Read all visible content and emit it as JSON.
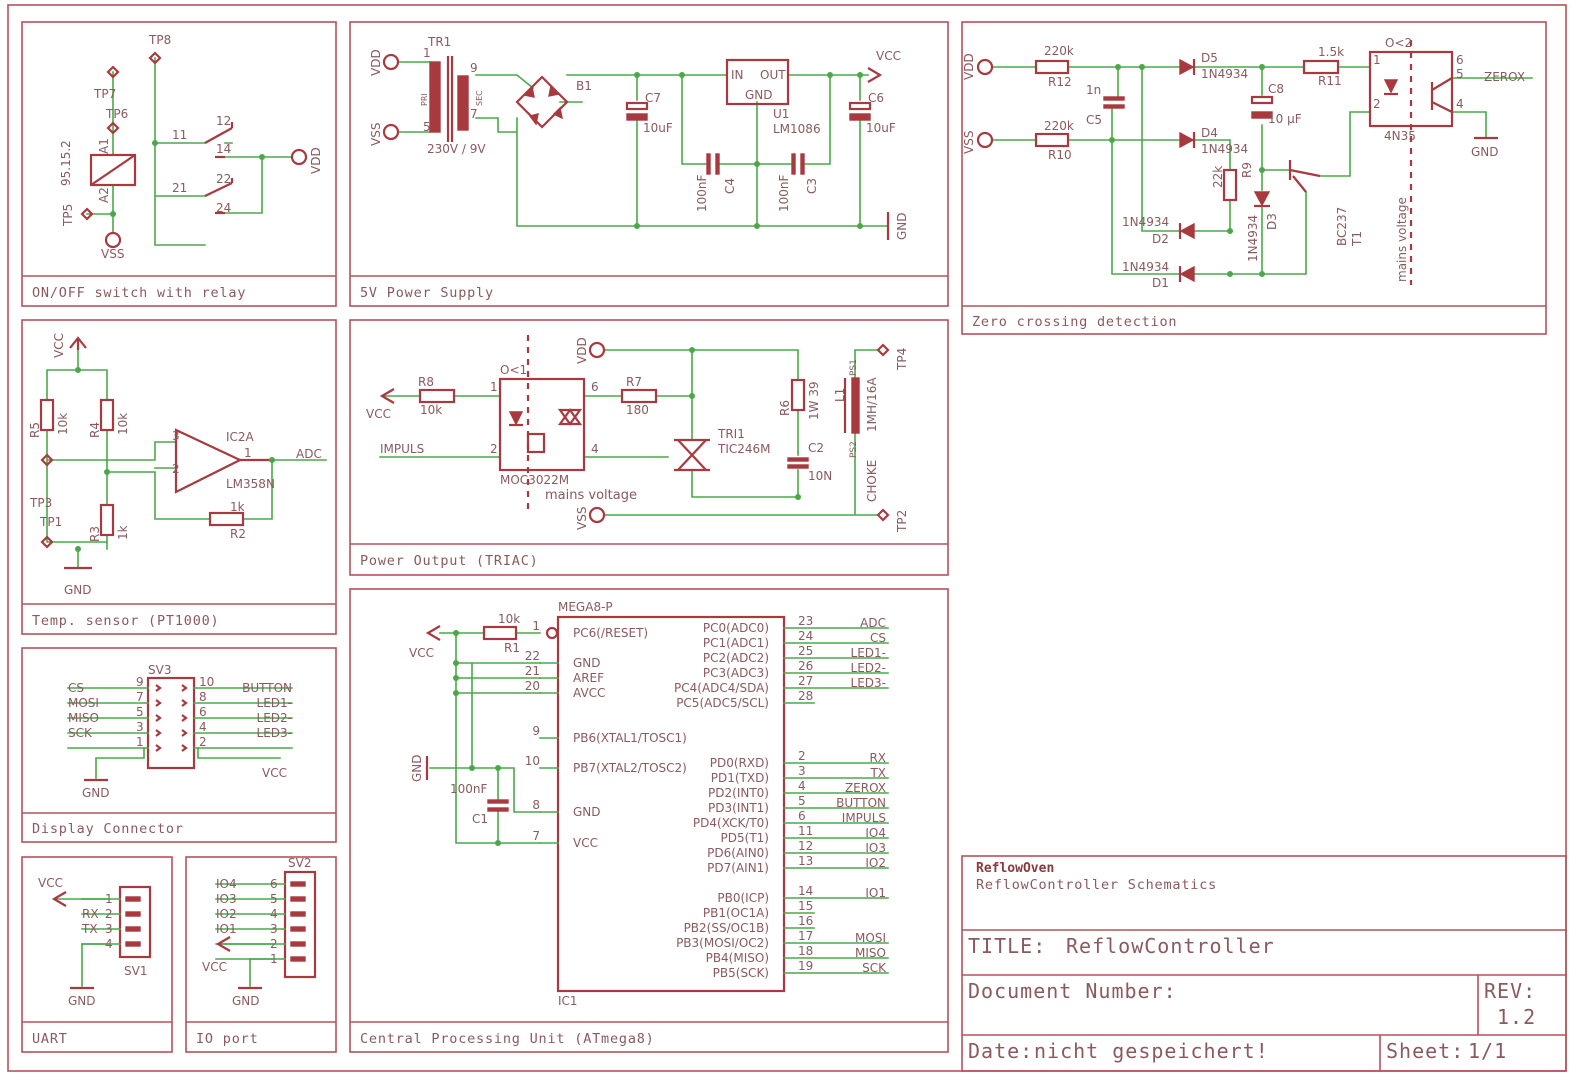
{
  "sections": {
    "onoff": "ON/OFF switch with relay",
    "power5v": "5V Power Supply",
    "zero": "Zero crossing detection",
    "temp": "Temp. sensor (PT1000)",
    "triac": "Power Output (TRIAC)",
    "display": "Display Connector",
    "uart": "UART",
    "ioport": "IO port",
    "cpu": "Central Processing Unit (ATmega8)"
  },
  "title_block": {
    "project": "ReflowOven",
    "subtitle": "ReflowController Schematics",
    "title_label": "TITLE:",
    "title": "ReflowController",
    "doc_label": "Document Number:",
    "rev_label": "REV:",
    "rev": "1.2",
    "date_label": "Date:",
    "date": "nicht gespeichert!",
    "sheet_label": "Sheet:",
    "sheet": "1/1"
  },
  "relay": {
    "tp8": "TP8",
    "tp7": "TP7",
    "tp6": "TP6",
    "tp5": "TP5",
    "a1": "A1",
    "a2": "A2",
    "part": "95.15.2",
    "p11": "11",
    "p12": "12",
    "p14": "14",
    "p21": "21",
    "p22": "22",
    "p24": "24",
    "vdd": "VDD",
    "vss": "VSS"
  },
  "psu": {
    "vdd": "VDD",
    "vss": "VSS",
    "tr1": "TR1",
    "pri": "PRI",
    "sec": "SEC",
    "p1": "1",
    "p5": "5",
    "p9": "9",
    "p7": "7",
    "tr_rating": "230V / 9V",
    "b1": "B1",
    "c7": "C7",
    "c7v": "10uF",
    "u1_in": "IN",
    "u1_out": "OUT",
    "u1_gnd": "GND",
    "u1": "U1",
    "u1v": "LM1086",
    "vcc": "VCC",
    "c6": "C6",
    "c6v": "10uF",
    "c4": "C4",
    "c4v": "100nF",
    "c3": "C3",
    "c3v": "100nF",
    "gnd": "GND"
  },
  "zcd": {
    "vdd": "VDD",
    "vss": "VSS",
    "r12": "R12",
    "r12v": "220k",
    "r10": "R10",
    "r10v": "220k",
    "c5": "C5",
    "c5v": "1n",
    "d5": "D5",
    "d5v": "1N4934",
    "d4": "D4",
    "d4v": "1N4934",
    "c8": "C8",
    "c8v": "10 µF",
    "r11": "R11",
    "r11v": "1.5k",
    "r9": "R9",
    "r9v": "22k",
    "d3": "D3",
    "d3v": "1N4934",
    "d2": "D2",
    "d2v": "1N4934",
    "d1": "D1",
    "d1v": "1N4934",
    "t1": "T1",
    "t1v": "BC237",
    "oc2": "O<2",
    "oc2v": "4N35",
    "p1": "1",
    "p2": "2",
    "p4": "4",
    "p5": "5",
    "p6": "6",
    "zerox": "ZEROX",
    "gnd": "GND",
    "mains": "mains voltage"
  },
  "temp": {
    "vcc": "VCC",
    "r5": "R5",
    "r5v": "10k",
    "r4": "R4",
    "r4v": "10k",
    "r3": "R3",
    "r3v": "1k",
    "r2": "R2",
    "r2v": "1k",
    "ic2a": "IC2A",
    "ic2v": "LM358N",
    "p1": "1",
    "p2": "2",
    "p3": "3",
    "adc": "ADC",
    "tp3": "TP3",
    "tp1": "TP1",
    "gnd": "GND"
  },
  "triac": {
    "vdd": "VDD",
    "vss": "VSS",
    "vcc": "VCC",
    "impuls": "IMPULS",
    "r8": "R8",
    "r8v": "10k",
    "r7": "R7",
    "r7v": "180",
    "oc1": "O<1",
    "oc1v": "MOC3022M",
    "p1": "1",
    "p2": "2",
    "p4": "4",
    "p6": "6",
    "tri1": "TRI1",
    "tri1v": "TIC246M",
    "r6": "R6",
    "r6v": "1W 39",
    "c2": "C2",
    "c2v": "10N",
    "l1": "L1",
    "l1v": "1MH/16A",
    "choke": "CHOKE",
    "ps1": "PS1",
    "ps2": "PS2",
    "tp4": "TP4",
    "tp2": "TP2",
    "mains": "mains voltage"
  },
  "display": {
    "sv3": "SV3",
    "gnd": "GND",
    "vcc": "VCC",
    "left": [
      {
        "sig": "CS",
        "pin": "9"
      },
      {
        "sig": "MOSI",
        "pin": "7"
      },
      {
        "sig": "MISO",
        "pin": "5"
      },
      {
        "sig": "SCK",
        "pin": "3"
      },
      {
        "sig": "",
        "pin": "1"
      }
    ],
    "right": [
      {
        "pin": "10",
        "sig": "BUTTON"
      },
      {
        "pin": "8",
        "sig": "LED1-"
      },
      {
        "pin": "6",
        "sig": "LED2-"
      },
      {
        "pin": "4",
        "sig": "LED3-"
      },
      {
        "pin": "2",
        "sig": ""
      }
    ]
  },
  "uart": {
    "vcc": "VCC",
    "sv1": "SV1",
    "gnd": "GND",
    "pins": [
      {
        "pin": "1",
        "sig": ""
      },
      {
        "pin": "2",
        "sig": "RX"
      },
      {
        "pin": "3",
        "sig": "TX"
      },
      {
        "pin": "4",
        "sig": ""
      }
    ]
  },
  "io": {
    "sv2": "SV2",
    "vcc": "VCC",
    "gnd": "GND",
    "pins": [
      {
        "pin": "6",
        "sig": "IO4"
      },
      {
        "pin": "5",
        "sig": "IO3"
      },
      {
        "pin": "4",
        "sig": "IO2"
      },
      {
        "pin": "3",
        "sig": "IO1"
      },
      {
        "pin": "2",
        "sig": ""
      },
      {
        "pin": "1",
        "sig": ""
      }
    ]
  },
  "cpu": {
    "part": "MEGA8-P",
    "ic1": "IC1",
    "vcc": "VCC",
    "gnd": "GND",
    "r1": "R1",
    "r1v": "10k",
    "c1": "C1",
    "c1v": "100nF",
    "left": [
      {
        "pin": "1",
        "name": "PC6(/RESET)"
      },
      {
        "pin": "22",
        "name": "GND"
      },
      {
        "pin": "21",
        "name": "AREF"
      },
      {
        "pin": "20",
        "name": "AVCC"
      },
      {
        "pin": "9",
        "name": "PB6(XTAL1/TOSC1)"
      },
      {
        "pin": "10",
        "name": "PB7(XTAL2/TOSC2)"
      },
      {
        "pin": "8",
        "name": "GND"
      },
      {
        "pin": "7",
        "name": "VCC"
      }
    ],
    "right": [
      {
        "pin": "23",
        "name": "PC0(ADC0)",
        "net": "ADC"
      },
      {
        "pin": "24",
        "name": "PC1(ADC1)",
        "net": "CS"
      },
      {
        "pin": "25",
        "name": "PC2(ADC2)",
        "net": "LED1-"
      },
      {
        "pin": "26",
        "name": "PC3(ADC3)",
        "net": "LED2-"
      },
      {
        "pin": "27",
        "name": "PC4(ADC4/SDA)",
        "net": "LED3-"
      },
      {
        "pin": "28",
        "name": "PC5(ADC5/SCL)",
        "net": ""
      },
      {
        "pin": "2",
        "name": "PD0(RXD)",
        "net": "RX"
      },
      {
        "pin": "3",
        "name": "PD1(TXD)",
        "net": "TX"
      },
      {
        "pin": "4",
        "name": "PD2(INT0)",
        "net": "ZEROX"
      },
      {
        "pin": "5",
        "name": "PD3(INT1)",
        "net": "BUTTON"
      },
      {
        "pin": "6",
        "name": "PD4(XCK/T0)",
        "net": "IMPULS"
      },
      {
        "pin": "11",
        "name": "PD5(T1)",
        "net": "IO4"
      },
      {
        "pin": "12",
        "name": "PD6(AIN0)",
        "net": "IO3"
      },
      {
        "pin": "13",
        "name": "PD7(AIN1)",
        "net": "IO2"
      },
      {
        "pin": "14",
        "name": "PB0(ICP)",
        "net": "IO1"
      },
      {
        "pin": "15",
        "name": "PB1(OC1A)",
        "net": ""
      },
      {
        "pin": "16",
        "name": "PB2(SS/OC1B)",
        "net": ""
      },
      {
        "pin": "17",
        "name": "PB3(MOSI/OC2)",
        "net": "MOSI"
      },
      {
        "pin": "18",
        "name": "PB4(MISO)",
        "net": "MISO"
      },
      {
        "pin": "19",
        "name": "PB5(SCK)",
        "net": "SCK"
      }
    ]
  }
}
